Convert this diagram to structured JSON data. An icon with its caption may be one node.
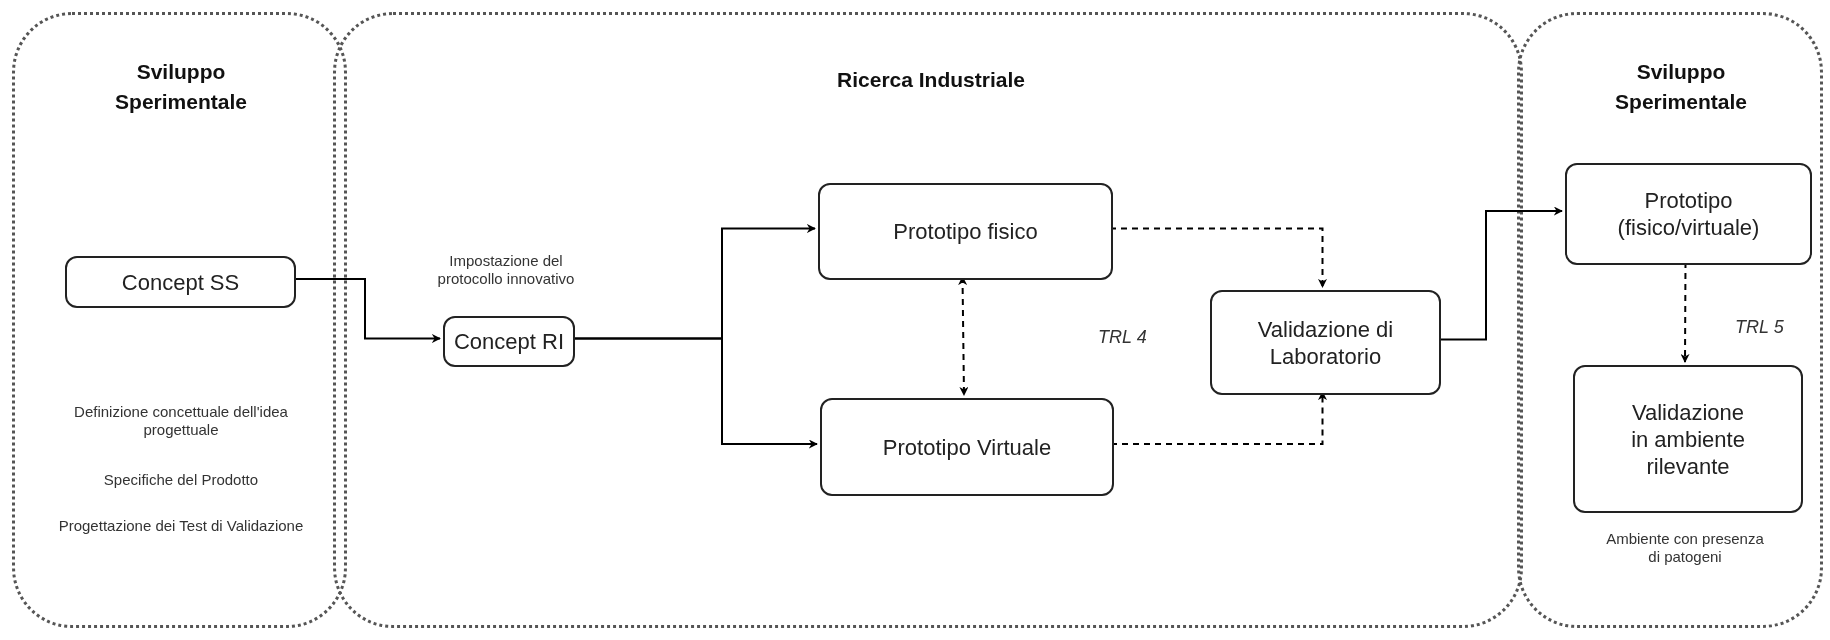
{
  "diagram": {
    "nodes": [
      {
        "text": [
          "Sviluppo Sperimentale",
          "Definizione concettuale dell'idea progettuale",
          "Specifiche del Prodotto",
          "Progettazione dei Test di Validazione"
        ]
      },
      {
        "text": [
          "Ricerca Industriale"
        ]
      },
      {
        "text": [
          "Sviluppo Sperimentale"
        ]
      },
      {
        "text": [
          "Concept SS"
        ],
        "in": 0
      },
      {
        "text": [
          "Concept RI"
        ],
        "in": 1,
        "beside": [
          "Impostazione del protocollo innovativo"
        ]
      },
      {
        "text": [
          "Prototipo fisico"
        ],
        "in": 1
      },
      {
        "text": [
          "Prototipo Virtuale"
        ],
        "in": 1
      },
      {
        "text": [
          "Validazione di Laboratorio"
        ],
        "in": 1
      },
      {
        "text": [
          "Prototipo (fisico/virtuale)"
        ],
        "in": 2
      },
      {
        "text": [
          "Validazione in ambiente rilevante"
        ],
        "in": 2,
        "beside": [
          "Ambiente con presenza di patogeni"
        ]
      }
    ],
    "edges": [
      {
        "from": 3,
        "to": 4,
        "arrow": "to"
      },
      {
        "from": 4,
        "to": 5,
        "arrow": "to"
      },
      {
        "from": 4,
        "to": 6,
        "arrow": "to"
      },
      {
        "from": 5,
        "to": 6,
        "arrow": "both",
        "style": "dashed"
      },
      {
        "from": 5,
        "to": 7,
        "arrow": "to",
        "style": "dashed"
      },
      {
        "from": 6,
        "to": 7,
        "arrow": "to",
        "style": "dashed"
      },
      {
        "from": 7,
        "to": 8,
        "arrow": "to"
      },
      {
        "from": 8,
        "to": 9,
        "arrow": "to",
        "style": "dashed"
      }
    ],
    "labels": [
      "TRL 4",
      "TRL 5"
    ]
  }
}
